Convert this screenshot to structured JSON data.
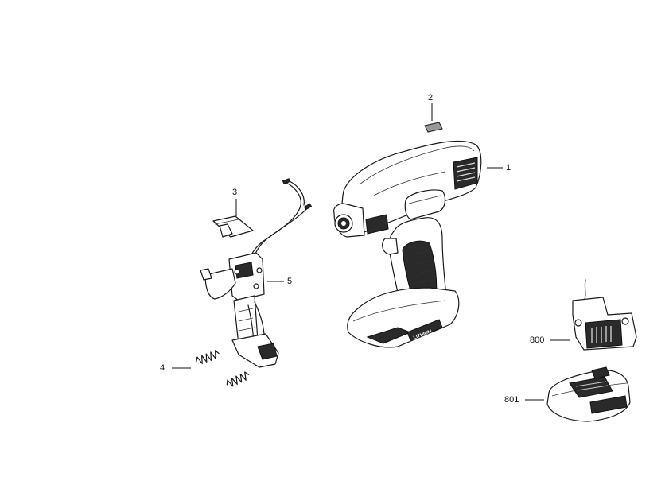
{
  "callouts": {
    "c1": "1",
    "c2": "2",
    "c3": "3",
    "c4": "4",
    "c5": "5",
    "c800": "800",
    "c801": "801"
  },
  "parts": {
    "tool_logo": "LITHIUM"
  },
  "colors": {
    "line": "#1a1a1a",
    "fill_dark": "#2a2a2a",
    "background": "#ffffff"
  }
}
